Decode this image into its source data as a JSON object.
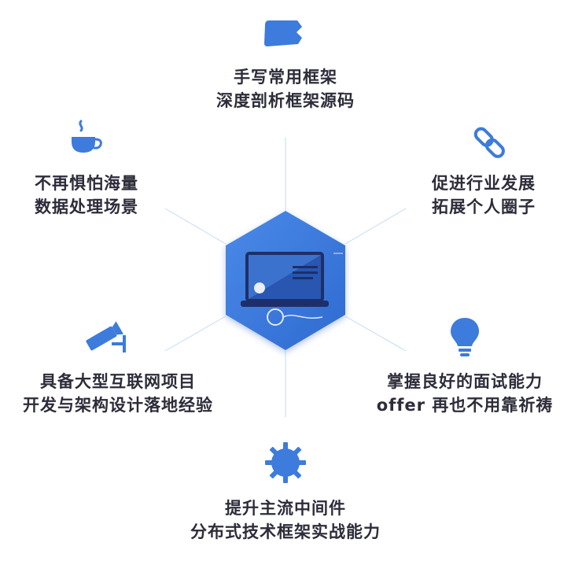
{
  "accent": "#3d7bdc",
  "line_color": "#b9d3ee",
  "features": {
    "top": {
      "line1": "手写常用框架",
      "line2": "深度剖析框架源码",
      "icon": "browser-tab-icon"
    },
    "upper_left": {
      "line1": "不再惧怕海量",
      "line2": "数据处理场景",
      "icon": "coffee-cup-icon"
    },
    "upper_right": {
      "line1": "促进行业发展",
      "line2": "拓展个人圈子",
      "icon": "chain-link-icon"
    },
    "lower_left": {
      "line1": "具备大型互联网项目",
      "line2": "开发与架构设计落地经验",
      "icon": "security-camera-icon"
    },
    "lower_right": {
      "line1": "掌握良好的面试能力",
      "line2": "offer 再也不用靠祈祷",
      "icon": "light-bulb-icon"
    },
    "bottom": {
      "line1": "提升主流中间件",
      "line2": "分布式技术框架实战能力",
      "icon": "gear-icon"
    }
  },
  "center": {
    "icon": "laptop-icon"
  }
}
